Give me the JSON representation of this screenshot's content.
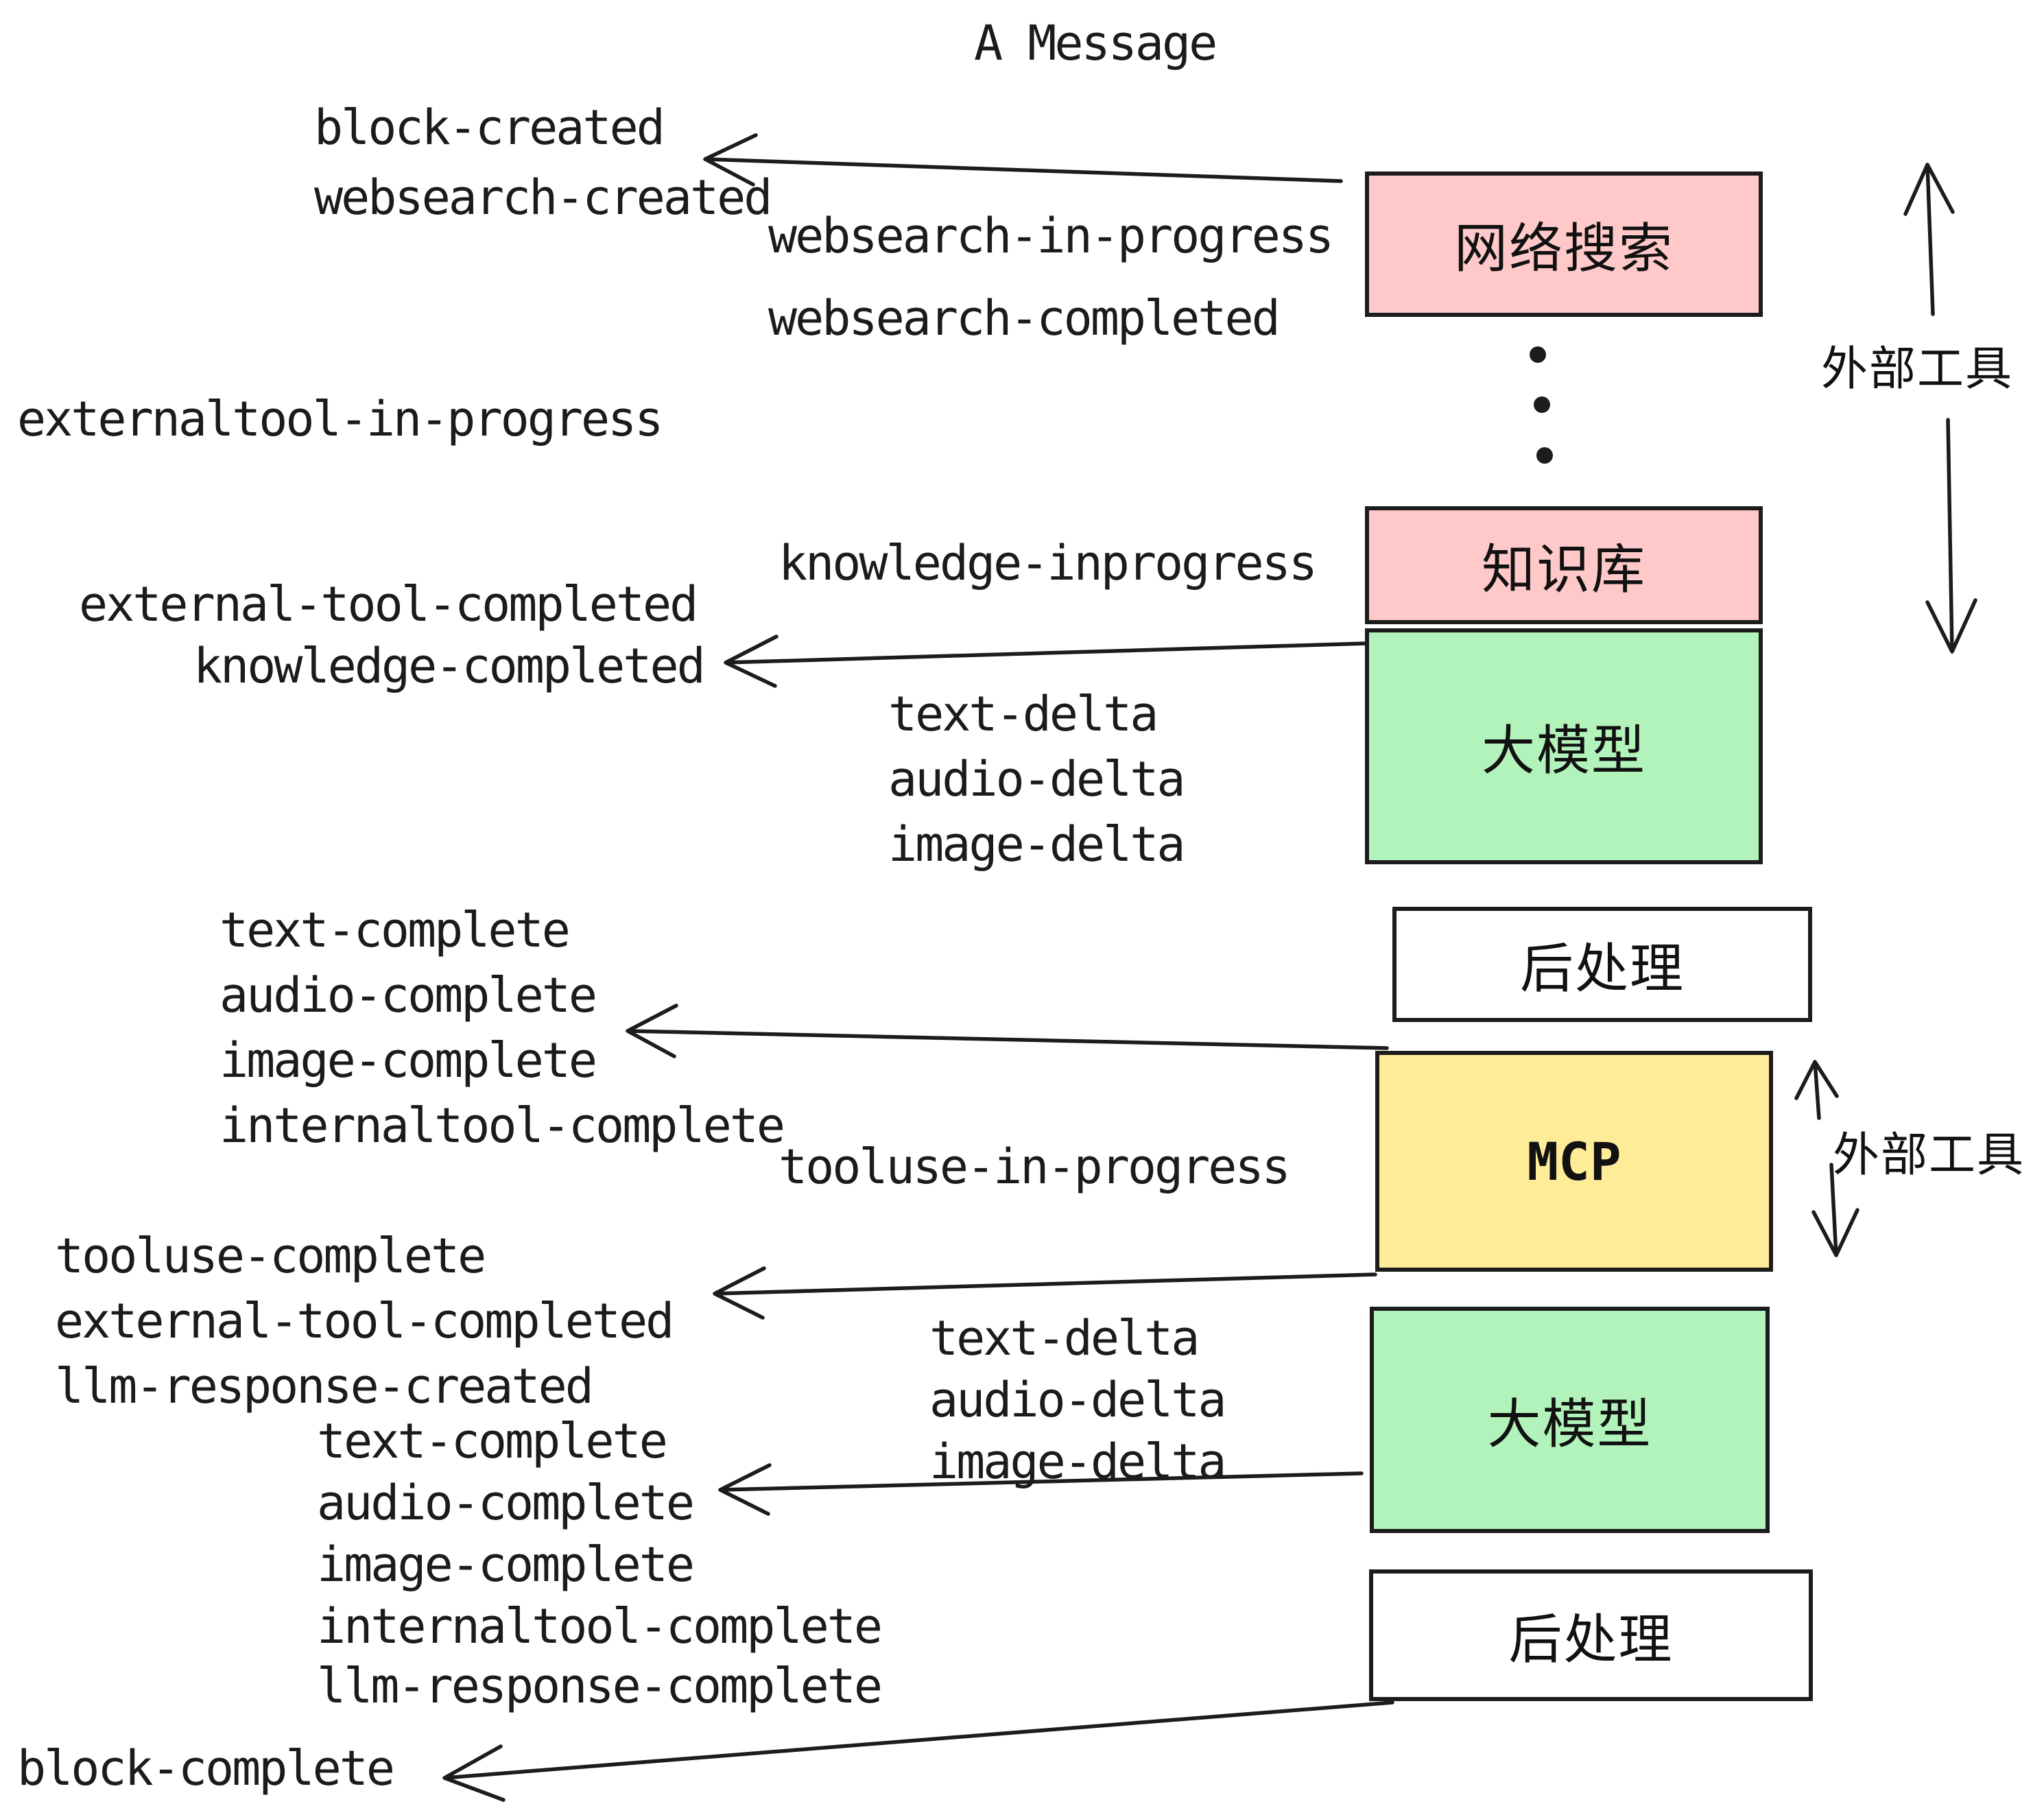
{
  "title": "A Message",
  "colors": {
    "pink": "#ffc9c9",
    "green": "#b2f2bb",
    "yellow": "#ffec99",
    "white": "#ffffff",
    "ink": "#1c1c1c"
  },
  "events": {
    "block_created": "block-created",
    "websearch_created": "websearch-created",
    "websearch_in_progress": "websearch-in-progress",
    "websearch_completed": "websearch-completed",
    "externaltool_in_progress": "externaltool-in-progress",
    "knowledge_inprogress": "knowledge-inprogress",
    "external_tool_completed": "external-tool-completed",
    "knowledge_completed": "knowledge-completed",
    "text_delta": "text-delta",
    "audio_delta": "audio-delta",
    "image_delta": "image-delta",
    "text_complete": "text-complete",
    "audio_complete": "audio-complete",
    "image_complete": "image-complete",
    "internaltool_complete": "internaltool-complete",
    "tooluse_in_progress": "tooluse-in-progress",
    "tooluse_complete": "tooluse-complete",
    "llm_response_created": "llm-response-created",
    "llm_response_complete": "llm-response-complete",
    "block_complete": "block-complete"
  },
  "boxes": {
    "websearch": "网络搜索",
    "knowledge": "知识库",
    "llm": "大模型",
    "postprocess": "后处理",
    "mcp": "MCP"
  },
  "annotations": {
    "external_tools": "外部工具"
  }
}
